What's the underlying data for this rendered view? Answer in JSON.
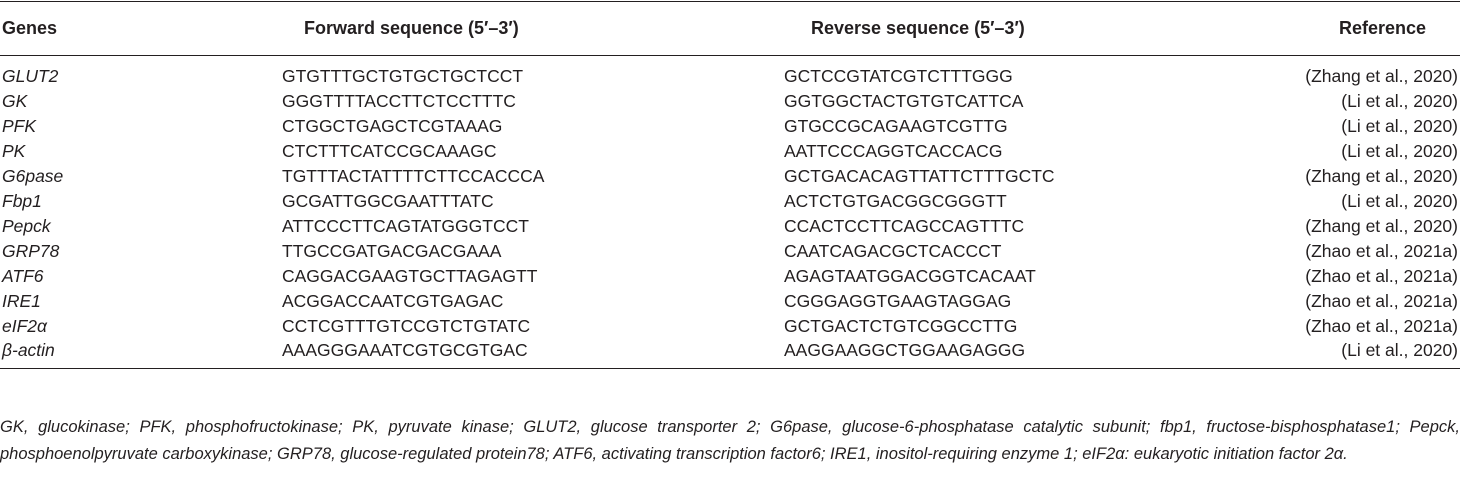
{
  "table": {
    "headers": {
      "genes": "Genes",
      "forward": "Forward sequence (5′–3′)",
      "reverse": "Reverse sequence (5′–3′)",
      "reference": "Reference"
    },
    "rows": [
      {
        "gene": "GLUT2",
        "forward": "GTGTTTGCTGTGCTGCTCCT",
        "reverse": "GCTCCGTATCGTCTTTGGG",
        "reference": "(Zhang et al., 2020)"
      },
      {
        "gene": "GK",
        "forward": "GGGTTTTACCTTCTCCTTTC",
        "reverse": "GGTGGCTACTGTGTCATTCA",
        "reference": "(Li et al., 2020)"
      },
      {
        "gene": "PFK",
        "forward": "CTGGCTGAGCTCGTAAAG",
        "reverse": "GTGCCGCAGAAGTCGTTG",
        "reference": "(Li et al., 2020)"
      },
      {
        "gene": "PK",
        "forward": "CTCTTTCATCCGCAAAGC",
        "reverse": "AATTCCCAGGTCACCACG",
        "reference": "(Li et al., 2020)"
      },
      {
        "gene": "G6pase",
        "forward": "TGTTTACTATTTTCTTCCACCCA",
        "reverse": "GCTGACACAGTTATTCTTTGCTC",
        "reference": "(Zhang et al., 2020)"
      },
      {
        "gene": "Fbp1",
        "forward": "GCGATTGGCGAATTTATC",
        "reverse": "ACTCTGTGACGGCGGGTT",
        "reference": "(Li et al., 2020)"
      },
      {
        "gene": "Pepck",
        "forward": "ATTCCCTTCAGTATGGGTCCT",
        "reverse": "CCACTCCTTCAGCCAGTTTC",
        "reference": "(Zhang et al., 2020)"
      },
      {
        "gene": "GRP78",
        "forward": "TTGCCGATGACGACGAAA",
        "reverse": "CAATCAGACGCTCACCCT",
        "reference": "(Zhao et al., 2021a)"
      },
      {
        "gene": "ATF6",
        "forward": "CAGGACGAAGTGCTTAGAGTT",
        "reverse": "AGAGTAATGGACGGTCACAAT",
        "reference": "(Zhao et al., 2021a)"
      },
      {
        "gene": "IRE1",
        "forward": "ACGGACCAATCGTGAGAC",
        "reverse": "CGGGAGGTGAAGTAGGAG",
        "reference": "(Zhao et al., 2021a)"
      },
      {
        "gene": "eIF2α",
        "forward": "CCTCGTTTGTCCGTCTGTATC",
        "reverse": "GCTGACTCTGTCGGCCTTG",
        "reference": "(Zhao et al., 2021a)"
      },
      {
        "gene": "β-actin",
        "forward": "AAAGGGAAATCGTGCGTGAC",
        "reverse": "AAGGAAGGCTGGAAGAGGG",
        "reference": "(Li et al., 2020)"
      }
    ]
  },
  "footnote": "GK, glucokinase; PFK, phosphofructokinase; PK, pyruvate kinase; GLUT2, glucose transporter 2; G6pase, glucose-6-phosphatase catalytic subunit; fbp1, fructose-bisphosphatase1; Pepck, phosphoenolpyruvate carboxykinase; GRP78, glucose-regulated protein78; ATF6, activating transcription factor6; IRE1, inositol-requiring enzyme 1; eIF2α: eukaryotic initiation factor 2α."
}
